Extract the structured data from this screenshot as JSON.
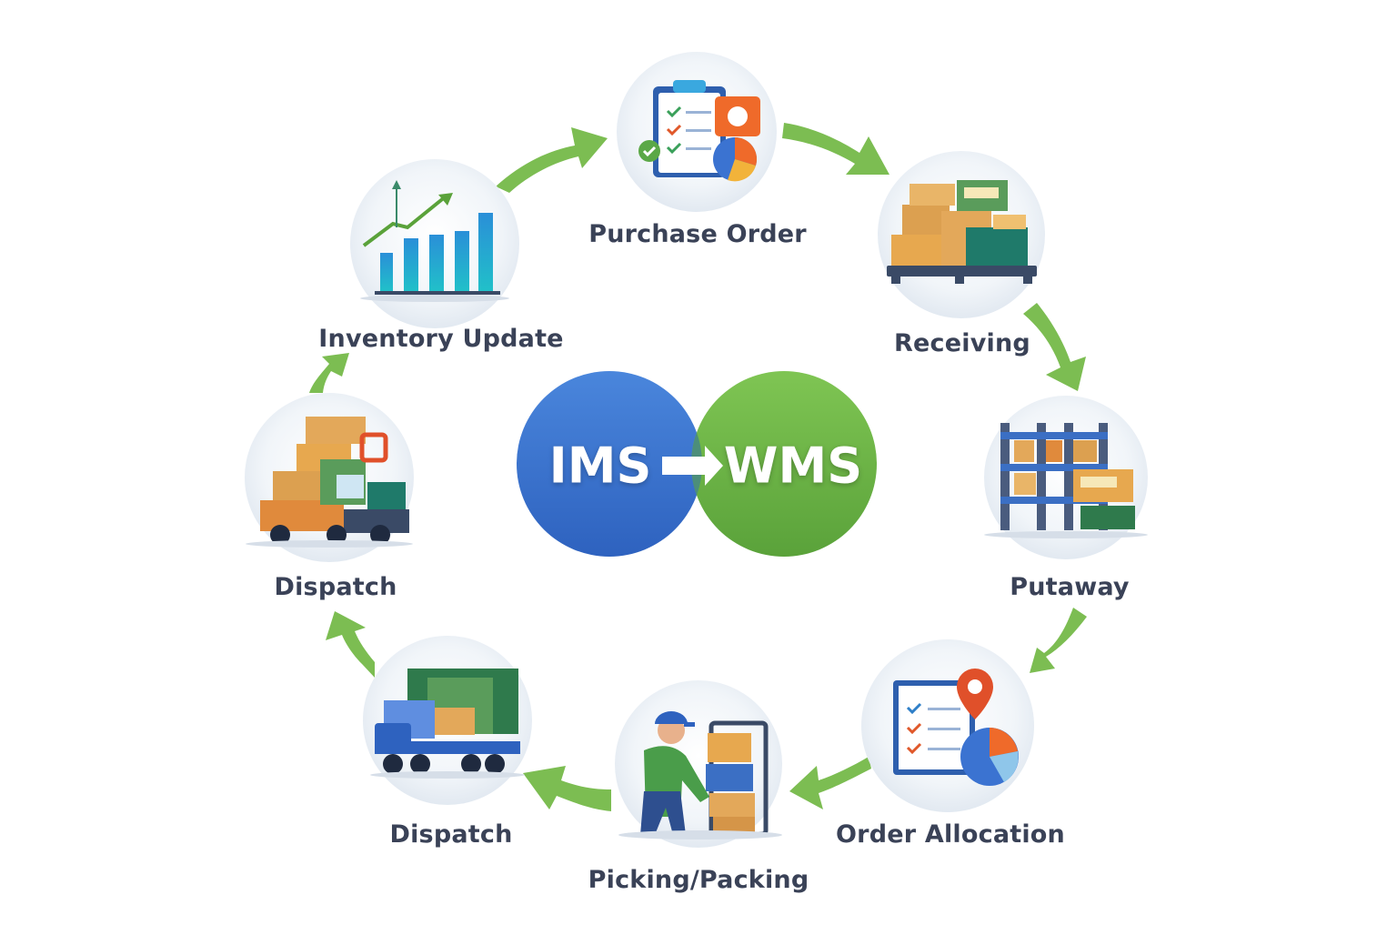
{
  "hub": {
    "left_text": "IMS",
    "right_text": "WMS",
    "left_color": "#3b73d1",
    "right_color": "#6fb445"
  },
  "arrow_color": "#7cbd52",
  "steps": [
    {
      "label": "Purchase Order",
      "icon": "clipboard-checklist-icon"
    },
    {
      "label": "Receiving",
      "icon": "boxes-on-pallet-icon"
    },
    {
      "label": "Putaway",
      "icon": "warehouse-shelving-icon"
    },
    {
      "label": "Order Allocation",
      "icon": "allocation-board-icon"
    },
    {
      "label": "Picking/Packing",
      "icon": "worker-picking-icon"
    },
    {
      "label": "Dispatch",
      "icon": "delivery-truck-icon"
    },
    {
      "label": "Dispatch",
      "icon": "loaded-truck-icon"
    },
    {
      "label": "Inventory Update",
      "icon": "bar-chart-growth-icon"
    }
  ]
}
